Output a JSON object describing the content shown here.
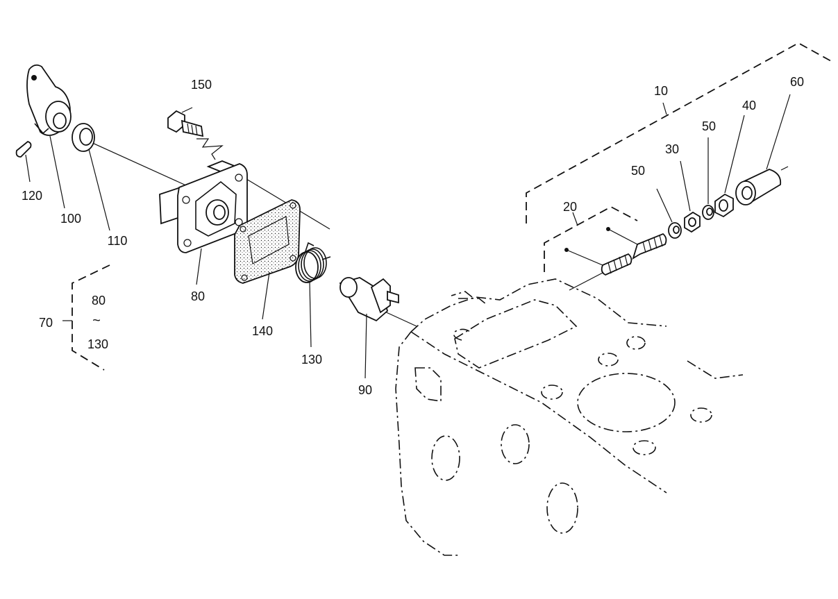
{
  "labels": {
    "p10": "10",
    "p20": "20",
    "p30": "30",
    "p40": "40",
    "p50a": "50",
    "p50b": "50",
    "p60": "60",
    "p70": "70",
    "p80": "80",
    "p90": "90",
    "p100": "100",
    "p110": "110",
    "p120": "120",
    "p130": "130",
    "p140": "140",
    "p150": "150",
    "group70_top": "80",
    "group70_bottom": "130",
    "group70_tilde": "~"
  }
}
